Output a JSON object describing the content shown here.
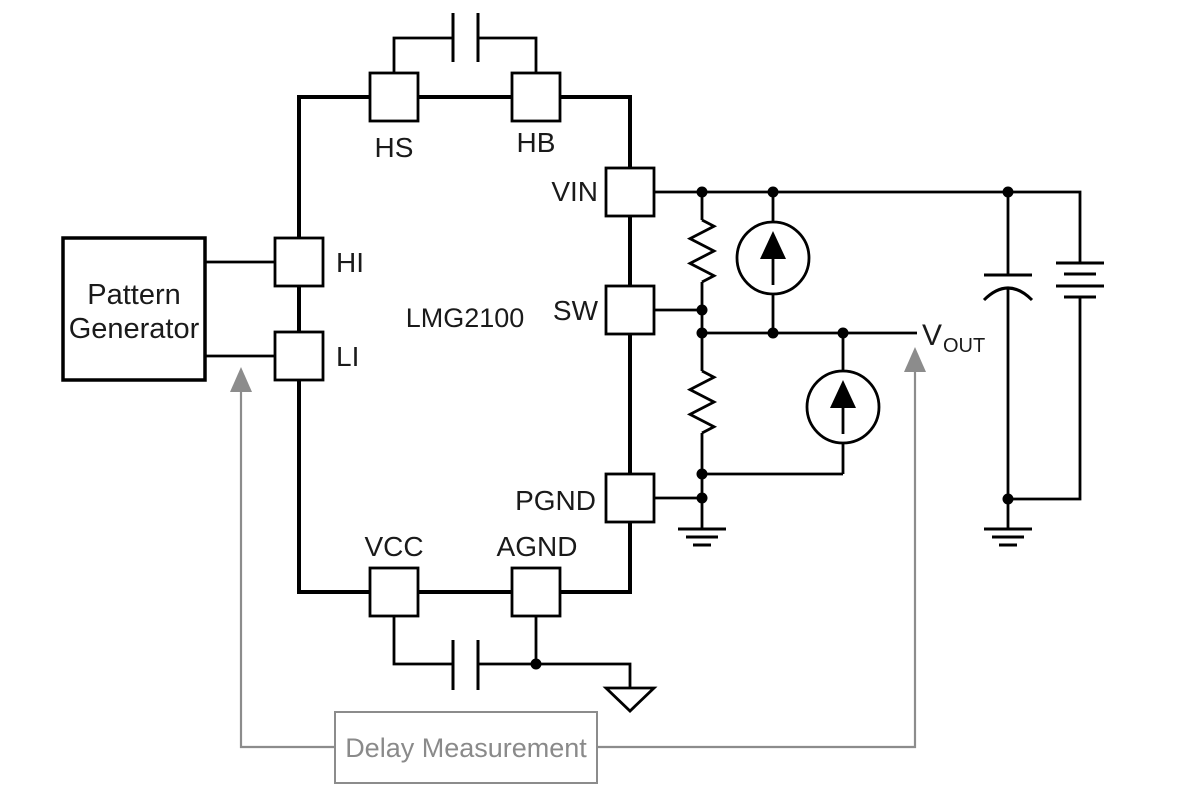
{
  "chip": {
    "name": "LMG2100"
  },
  "pins": {
    "hs": "HS",
    "hb": "HB",
    "hi": "HI",
    "li": "LI",
    "vin": "VIN",
    "sw": "SW",
    "pgnd": "PGND",
    "vcc": "VCC",
    "agnd": "AGND"
  },
  "blocks": {
    "pattern_generator": {
      "line1": "Pattern",
      "line2": "Generator"
    },
    "delay_measurement": {
      "label": "Delay Measurement"
    }
  },
  "net_labels": {
    "vout_main": "V",
    "vout_sub": "OUT"
  },
  "symbols": {
    "resistor_count": 2,
    "current_source_count": 2,
    "capacitor_count": 3,
    "battery_count": 1,
    "ground_count": 3
  },
  "colors": {
    "wire": "#000000",
    "measurement_gray": "#8c8c8c",
    "label_gray": "#8a8a8a",
    "background": "#ffffff"
  }
}
